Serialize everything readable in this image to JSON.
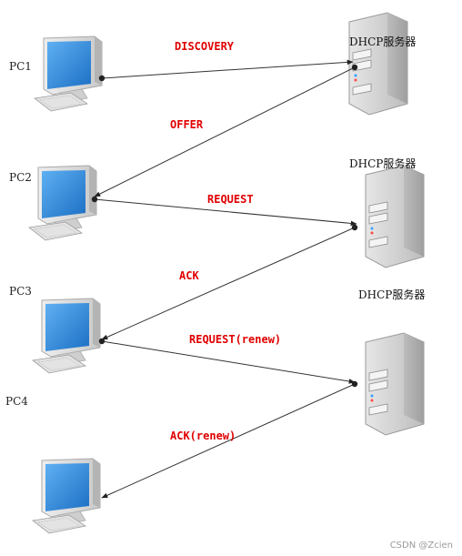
{
  "pcs": [
    {
      "label": "PC1"
    },
    {
      "label": "PC2"
    },
    {
      "label": "PC3"
    },
    {
      "label": "PC4"
    }
  ],
  "servers": [
    {
      "label": "DHCP服务器"
    },
    {
      "label": "DHCP服务器"
    },
    {
      "label": "DHCP服务器"
    }
  ],
  "messages": [
    {
      "label": "DISCOVERY"
    },
    {
      "label": "OFFER"
    },
    {
      "label": "REQUEST"
    },
    {
      "label": "ACK"
    },
    {
      "label": "REQUEST(renew)"
    },
    {
      "label": "ACK(renew)"
    }
  ],
  "colors": {
    "message": "#e00000",
    "line": "#333333",
    "screen": "#2f7fd0"
  },
  "icons": [
    "desktop-computer-icon",
    "tower-server-icon"
  ],
  "watermark": "CSDN @Zcien"
}
